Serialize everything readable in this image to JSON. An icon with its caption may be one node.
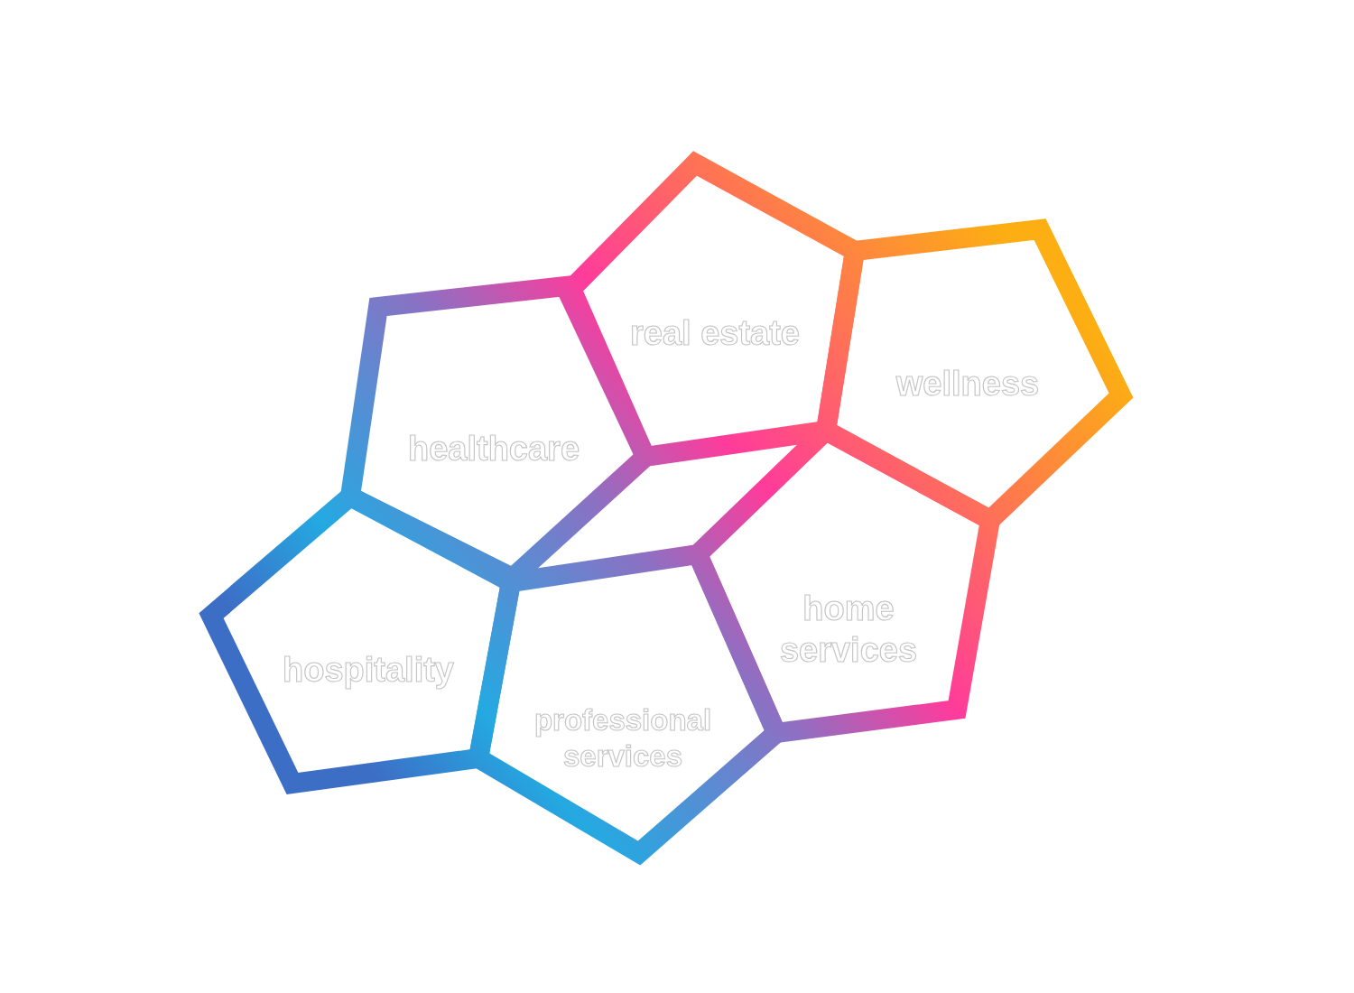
{
  "diagram": {
    "nodes": [
      {
        "text": [
          "real estate"
        ]
      },
      {
        "text": [
          "wellness"
        ]
      },
      {
        "text": [
          "healthcare"
        ]
      },
      {
        "text": [
          "home services"
        ]
      },
      {
        "text": [
          "hospitality"
        ]
      },
      {
        "text": [
          "professional services"
        ]
      }
    ]
  }
}
